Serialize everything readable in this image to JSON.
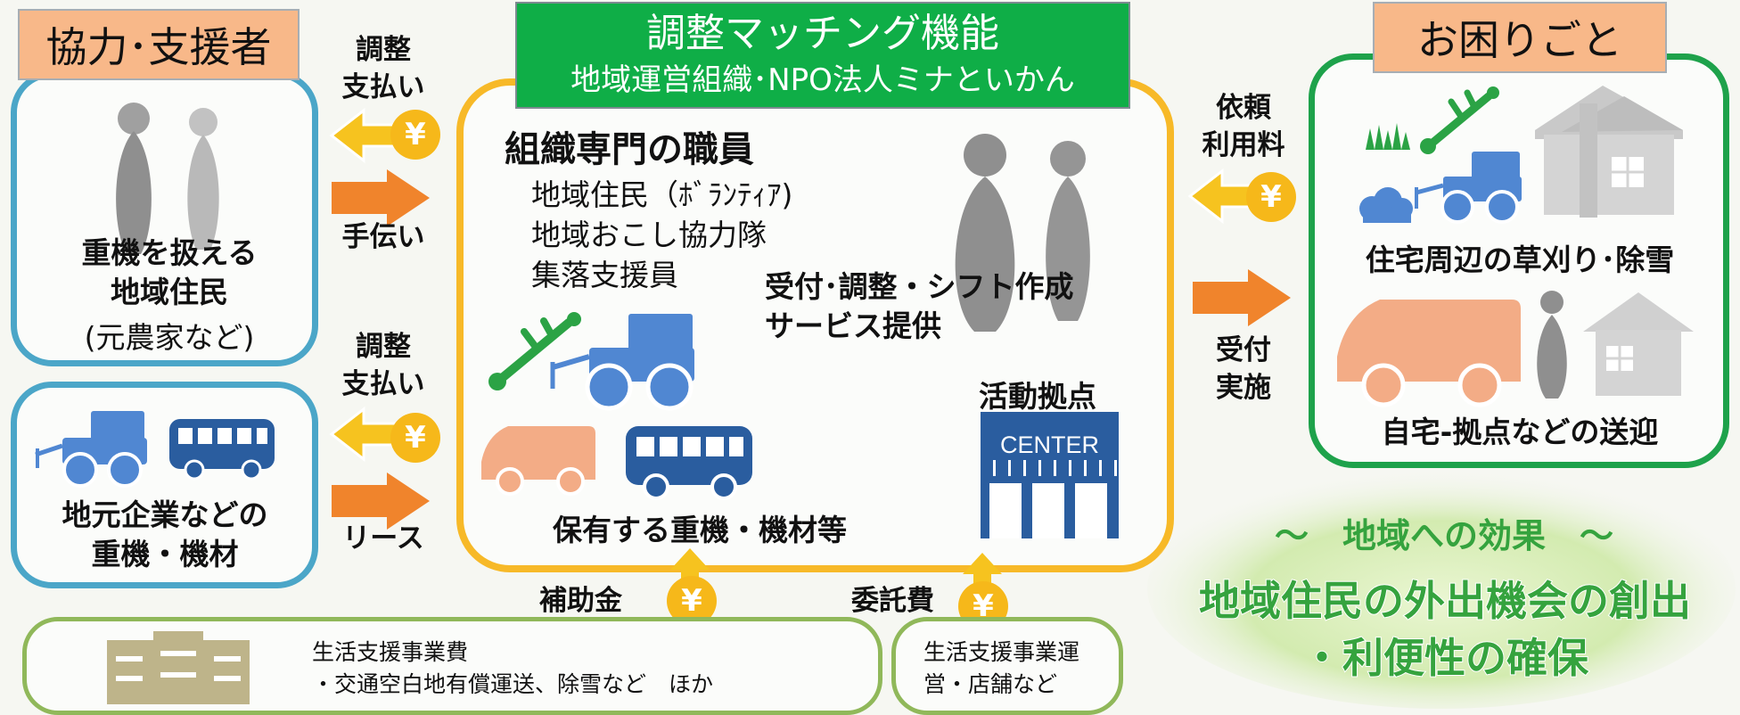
{
  "supporters": {
    "title": "協力･支援者",
    "box1": {
      "line1": "重機を扱える",
      "line2": "地域住民",
      "line3": "(元農家など)"
    },
    "box2": {
      "line1": "地元企業などの",
      "line2": "重機・機材"
    }
  },
  "left_flows": {
    "top_in": {
      "line1": "調整",
      "line2": "支払い"
    },
    "top_out": "手伝い",
    "bottom_in": {
      "line1": "調整",
      "line2": "支払い"
    },
    "bottom_out": "リース",
    "yen": "¥"
  },
  "center": {
    "header_title": "調整マッチング機能",
    "header_subtitle": "地域運営組織･NPO法人ミナといかん",
    "staff_title": "組織専門の職員",
    "staff_items": [
      "地域住民（ﾎﾞﾗﾝﾃｨｱ)",
      "地域おこし協力隊",
      "集落支援員"
    ],
    "roles_line1": "受付･調整・シフト作成",
    "roles_line2": "サービス提供",
    "base_label": "活動拠点",
    "center_sign": "CENTER",
    "equipment_label": "保有する重機・機材等"
  },
  "right_flows": {
    "in": {
      "line1": "依頼",
      "line2": "利用料"
    },
    "out": {
      "line1": "受付",
      "line2": "実施"
    }
  },
  "troubles": {
    "title": "お困りごと",
    "item1": "住宅周辺の草刈り･除雪",
    "item2": "自宅-拠点などの送迎"
  },
  "funding": {
    "subsidy_label": "補助金",
    "commission_label": "委託費",
    "box1_line1": "生活支援事業費",
    "box1_line2": "・交通空白地有償運送、除雪など　ほか",
    "box2_line1": "生活支援事業運",
    "box2_line2": "営・店舗など"
  },
  "effect": {
    "title": "～　地域への効果　～",
    "line1": "地域住民の外出機会の創出",
    "line2": "・利便性の確保"
  },
  "colors": {
    "blue_box": "#4ba6c8",
    "orange_box": "#f7b928",
    "green_box": "#1ea24b",
    "header_green": "#0fae47",
    "arrow_orange": "#f0842c",
    "yen_yellow": "#f6b81a",
    "equipment_blue": "#5087d2",
    "bus_blue": "#2a5d9f",
    "van_peach": "#f3ac86",
    "person_gray": "#8f8f8f",
    "effect_green": "#35a33e"
  }
}
